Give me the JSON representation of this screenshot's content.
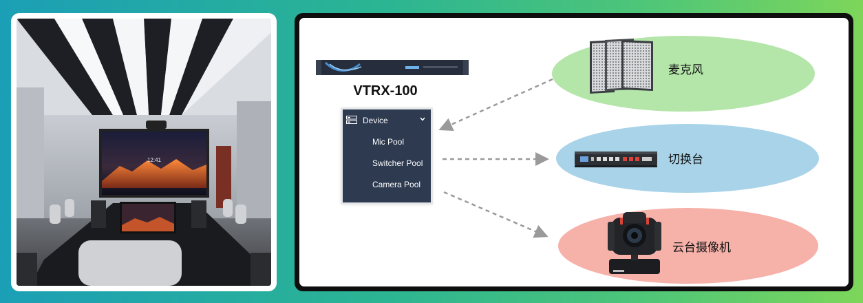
{
  "diagram": {
    "controller_title": "VTRX-100",
    "menu": {
      "header": "Device",
      "items": [
        "Mic Pool",
        "Switcher Pool",
        "Camera Pool"
      ]
    },
    "targets": [
      {
        "label": "麦克风"
      },
      {
        "label": "切换台"
      },
      {
        "label": "云台摄像机"
      }
    ]
  },
  "colors": {
    "background_gradient": [
      "#1b9fb6",
      "#7dd65a"
    ],
    "menu_bg": "#2d3a50",
    "mic_ellipse": "#b4e5a9",
    "switcher_ellipse": "#a9d3e9",
    "camera_ellipse": "#f6b1a9",
    "arrow": "#9a9a9a"
  },
  "icons": [
    "server-list-icon",
    "chevron-down-icon"
  ]
}
